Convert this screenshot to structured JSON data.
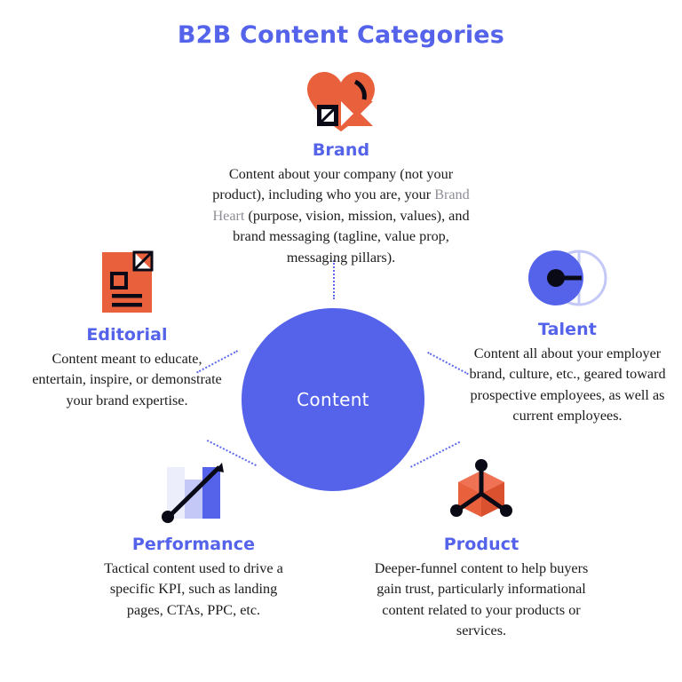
{
  "title": "B2B Content Categories",
  "colors": {
    "accent_blue": "#5463ea",
    "accent_orange": "#e8603c",
    "light_blue": "#c3c8f7",
    "ink": "#1b1b1b",
    "link_gray": "#8e8e96",
    "background": "#ffffff"
  },
  "hub": {
    "label": "Content"
  },
  "categories": [
    {
      "id": "brand",
      "title": "Brand",
      "icon": "heart-icon",
      "desc_before": "Content about your company (not your product), including who you are, your ",
      "desc_link": "Brand Heart",
      "desc_after": " (purpose, vision, mission, values), and brand messaging (tagline, value prop, messaging pillars)."
    },
    {
      "id": "editorial",
      "title": "Editorial",
      "icon": "document-icon",
      "desc": "Content meant to educate, entertain, inspire, or demonstrate your brand expertise."
    },
    {
      "id": "talent",
      "title": "Talent",
      "icon": "overlapping-circles-icon",
      "desc": "Content all about your employer brand, culture, etc., geared toward prospective employees, as well as current employees."
    },
    {
      "id": "performance",
      "title": "Performance",
      "icon": "bar-chart-arrow-icon",
      "desc": "Tactical content used to drive a specific KPI, such as landing pages, CTAs, PPC, etc."
    },
    {
      "id": "product",
      "title": "Product",
      "icon": "cube-nodes-icon",
      "desc": "Deeper-funnel content to help buyers gain trust, particularly informational content related to your products or services."
    }
  ]
}
